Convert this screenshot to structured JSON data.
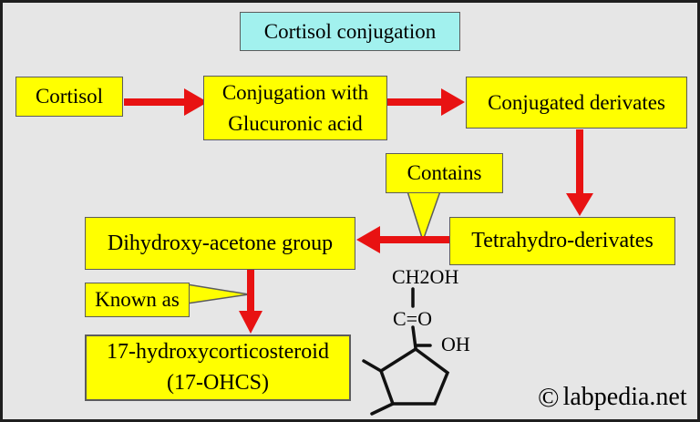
{
  "title": {
    "label": "Cortisol conjugation"
  },
  "nodes": {
    "cortisol": {
      "label": "Cortisol"
    },
    "conjugation": {
      "line1": "Conjugation with",
      "line2": "Glucuronic acid"
    },
    "conjugated_derivates": {
      "label": "Conjugated derivates"
    },
    "contains": {
      "label": "Contains"
    },
    "tetrahydro_derivates": {
      "label": "Tetrahydro-derivates"
    },
    "dihydroxy_acetone": {
      "label": "Dihydroxy-acetone group"
    },
    "known_as": {
      "label": "Known as"
    },
    "ohcs": {
      "line1": "17-hydroxycorticosteroid",
      "line2": "(17-OHCS)"
    }
  },
  "chemical_structure": {
    "top_group": "CH2OH",
    "carbonyl": "C=O",
    "hydroxyl": "OH"
  },
  "watermark": {
    "copyright": "©",
    "text": "labpedia.net"
  },
  "colors": {
    "background": "#e6e6e6",
    "node_fill": "#ffff00",
    "title_fill": "#a2f1ee",
    "arrow_red": "#e81212",
    "bond_black": "#111111",
    "box_border": "#5c5c5c",
    "outer_border": "#1f1f1f"
  }
}
